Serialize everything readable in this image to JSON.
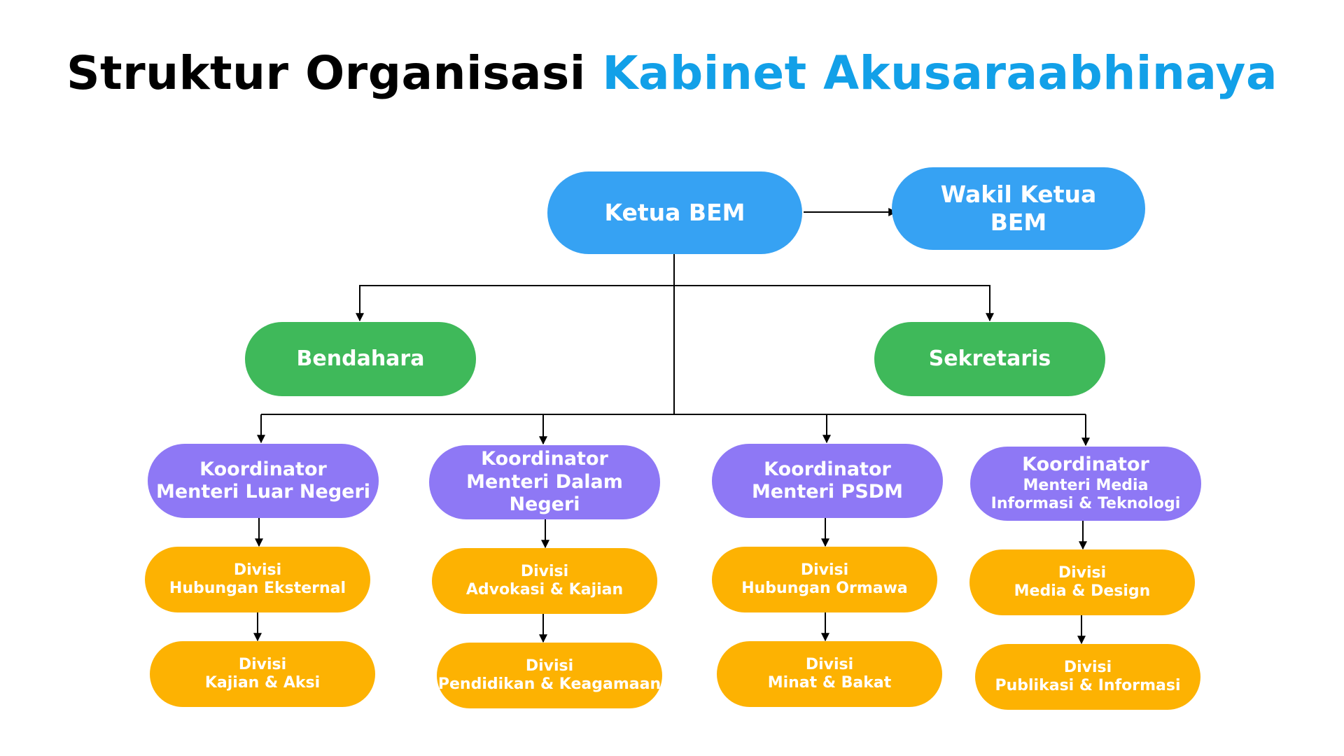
{
  "title": {
    "prefix": "Struktur Organisasi",
    "accent": "Kabinet Akusaraabhinaya"
  },
  "colors": {
    "accent": "#12a0e8",
    "blue": "#36a2f3",
    "green": "#3fb95a",
    "purple": "#8e78f5",
    "orange": "#fdb202"
  },
  "top": {
    "ketua": "Ketua BEM",
    "wakil": {
      "line1": "Wakil Ketua",
      "line2": "BEM"
    }
  },
  "middle": {
    "bendahara": "Bendahara",
    "sekretaris": "Sekretaris"
  },
  "columns": [
    {
      "coordinator": {
        "line1": "Koordinator",
        "line2": "Menteri Luar Negeri"
      },
      "divisions": [
        {
          "line1": "Divisi",
          "line2": "Hubungan Eksternal"
        },
        {
          "line1": "Divisi",
          "line2": "Kajian & Aksi"
        }
      ]
    },
    {
      "coordinator": {
        "line1": "Koordinator",
        "line2": "Menteri Dalam Negeri"
      },
      "divisions": [
        {
          "line1": "Divisi",
          "line2": "Advokasi & Kajian"
        },
        {
          "line1": "Divisi",
          "line2": "Pendidikan & Keagamaan"
        }
      ]
    },
    {
      "coordinator": {
        "line1": "Koordinator",
        "line2": "Menteri PSDM"
      },
      "divisions": [
        {
          "line1": "Divisi",
          "line2": "Hubungan Ormawa"
        },
        {
          "line1": "Divisi",
          "line2": "Minat & Bakat"
        }
      ]
    },
    {
      "coordinator": {
        "line1": "Koordinator",
        "line2": "Menteri Media",
        "line3": "Informasi & Teknologi"
      },
      "divisions": [
        {
          "line1": "Divisi",
          "line2": "Media & Design"
        },
        {
          "line1": "Divisi",
          "line2": "Publikasi & Informasi"
        }
      ]
    }
  ]
}
